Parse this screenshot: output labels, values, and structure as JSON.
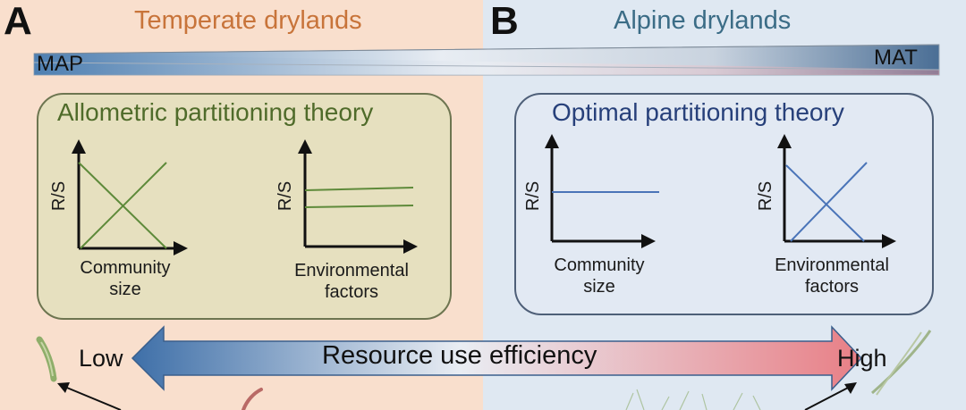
{
  "panel_a": {
    "letter": "A",
    "title": "Temperate drylands",
    "theory": "Allometric partitioning theory",
    "graph1": {
      "ylabel": "R/S",
      "xlabel_line1": "Community",
      "xlabel_line2": "size"
    },
    "graph2": {
      "ylabel": "R/S",
      "xlabel_line1": "Environmental",
      "xlabel_line2": "factors"
    }
  },
  "panel_b": {
    "letter": "B",
    "title": "Alpine drylands",
    "theory": "Optimal partitioning theory",
    "graph1": {
      "ylabel": "R/S",
      "xlabel_line1": "Community",
      "xlabel_line2": "size"
    },
    "graph2": {
      "ylabel": "R/S",
      "xlabel_line1": "Environmental",
      "xlabel_line2": "factors"
    }
  },
  "gradient_bar": {
    "left_label": "MAP",
    "right_label": "MAT"
  },
  "efficiency_arrow": {
    "label": "Resource use efficiency",
    "low": "Low",
    "high": "High"
  },
  "colors": {
    "panel_a_title": "#c8743a",
    "panel_b_title": "#3b6c86",
    "theory_a": "#4f6b2a",
    "theory_b": "#27407a",
    "line_a": "#5e8a3a",
    "line_b": "#4a74b8"
  }
}
